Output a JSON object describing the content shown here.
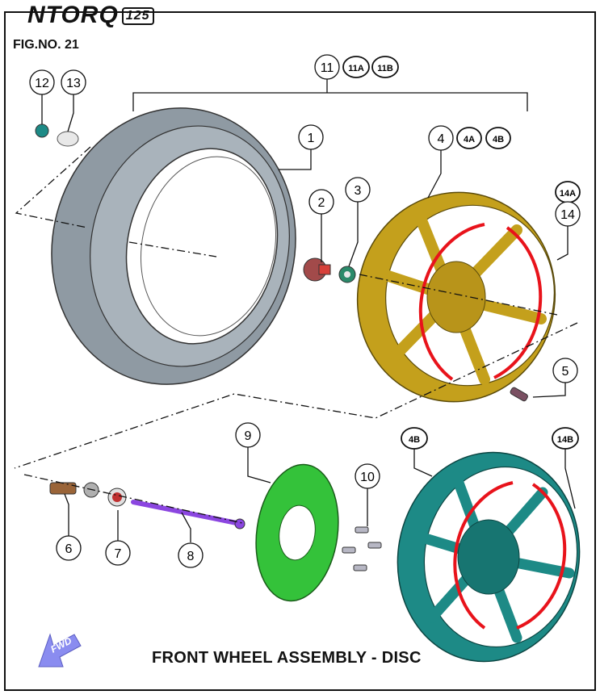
{
  "header": {
    "brand_logo": "NTORQ",
    "brand_cc": "125",
    "figure_number": "FIG.NO. 21"
  },
  "caption": "FRONT WHEEL ASSEMBLY - DISC",
  "fwd_label": "FWD",
  "callouts": {
    "c1": "1",
    "c2": "2",
    "c3": "3",
    "c4": "4",
    "c4a": "4A",
    "c4b": "4B",
    "c5": "5",
    "c6": "6",
    "c7": "7",
    "c8": "8",
    "c9": "9",
    "c10": "10",
    "c11": "11",
    "c11a": "11A",
    "c11b": "11B",
    "c12": "12",
    "c13": "13",
    "c14": "14",
    "c14a": "14A",
    "c4b_lower": "4B",
    "c14b": "14B"
  },
  "colors": {
    "tyre": "#8f9aa3",
    "wheel_gold": "#c4a01c",
    "wheel_teal": "#1d8a86",
    "disc_green": "#34c23a",
    "axle_purple": "#8b46e0",
    "highlight_red": "#e8131b",
    "fwd_arrow": "#8a8cf0"
  },
  "icons": {
    "fwd": "fwd-arrow-icon"
  }
}
